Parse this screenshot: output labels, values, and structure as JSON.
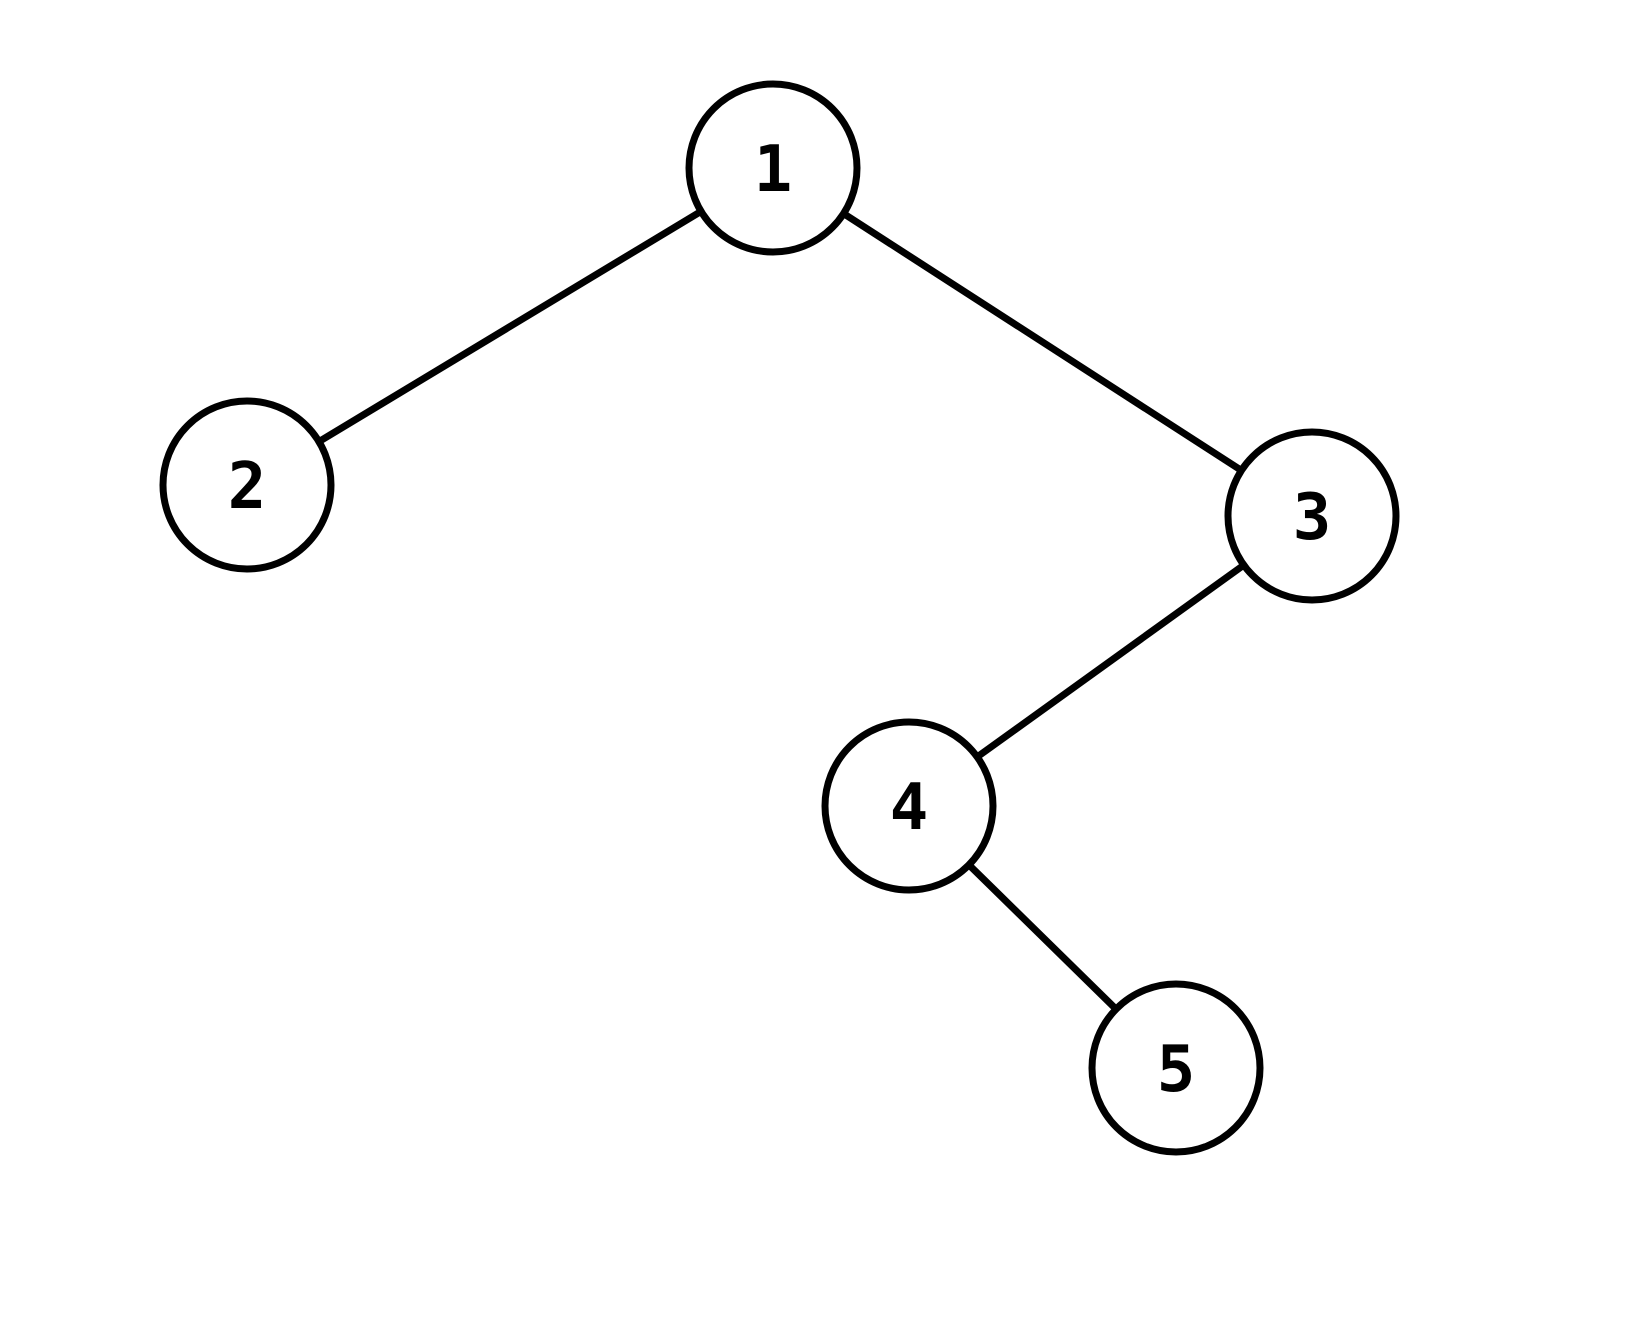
{
  "tree": {
    "nodes": [
      {
        "id": "n1",
        "label": "1"
      },
      {
        "id": "n2",
        "label": "2"
      },
      {
        "id": "n3",
        "label": "3"
      },
      {
        "id": "n4",
        "label": "4"
      },
      {
        "id": "n5",
        "label": "5"
      }
    ],
    "edges": [
      {
        "from": "n1",
        "to": "n2"
      },
      {
        "from": "n1",
        "to": "n3"
      },
      {
        "from": "n3",
        "to": "n4"
      },
      {
        "from": "n4",
        "to": "n5"
      }
    ]
  },
  "colors": {
    "stroke": "#000000",
    "fill": "#ffffff",
    "background": "#ffffff"
  }
}
